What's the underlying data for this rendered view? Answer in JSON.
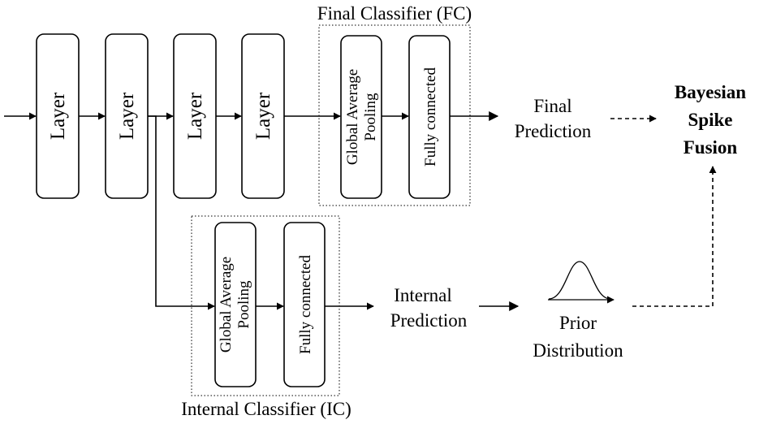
{
  "layers": [
    "Layer",
    "Layer",
    "Layer",
    "Layer"
  ],
  "final_classifier": {
    "title": "Final Classifier (FC)",
    "gap_line1": "Global Average",
    "gap_line2": "Pooling",
    "fc_label": "Fully connected"
  },
  "internal_classifier": {
    "title": "Internal Classifier (IC)",
    "gap_line1": "Global Average",
    "gap_line2": "Pooling",
    "fc_label": "Fully connected"
  },
  "final_prediction": {
    "line1": "Final",
    "line2": "Prediction"
  },
  "internal_prediction": {
    "line1": "Internal",
    "line2": "Prediction"
  },
  "prior_distribution": {
    "line1": "Prior",
    "line2": "Distribution"
  },
  "bayesian_fusion": {
    "line1": "Bayesian",
    "line2": "Spike",
    "line3": "Fusion"
  }
}
